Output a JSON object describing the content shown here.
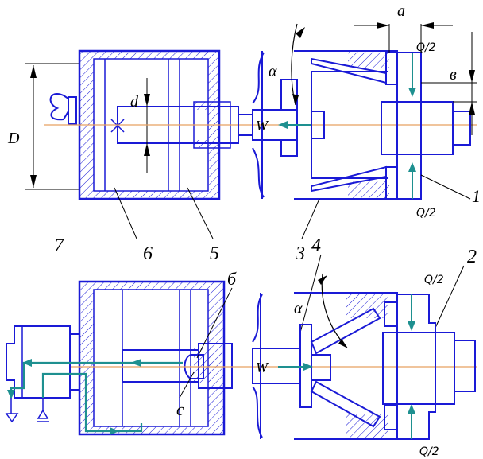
{
  "labels": {
    "D": "D",
    "d": "d",
    "a": "a",
    "b": "в",
    "alpha_top": "α",
    "alpha_bottom": "α",
    "W_top": "W",
    "W_bottom": "W",
    "Q2_top_right": "Q/2",
    "Q2_top_bottom": "Q/2",
    "Q2_bot_right": "Q/2",
    "Q2_bot_bottom": "Q/2",
    "n1": "1",
    "n2": "2",
    "n3": "3",
    "n4": "4",
    "n5": "5",
    "n6": "6",
    "n7": "7",
    "b_cyr": "б",
    "c": "c"
  },
  "colors": {
    "outline": "#1a1ad6",
    "axis": "#e8a060",
    "flow": "#1e9090",
    "dim": "#000000"
  }
}
